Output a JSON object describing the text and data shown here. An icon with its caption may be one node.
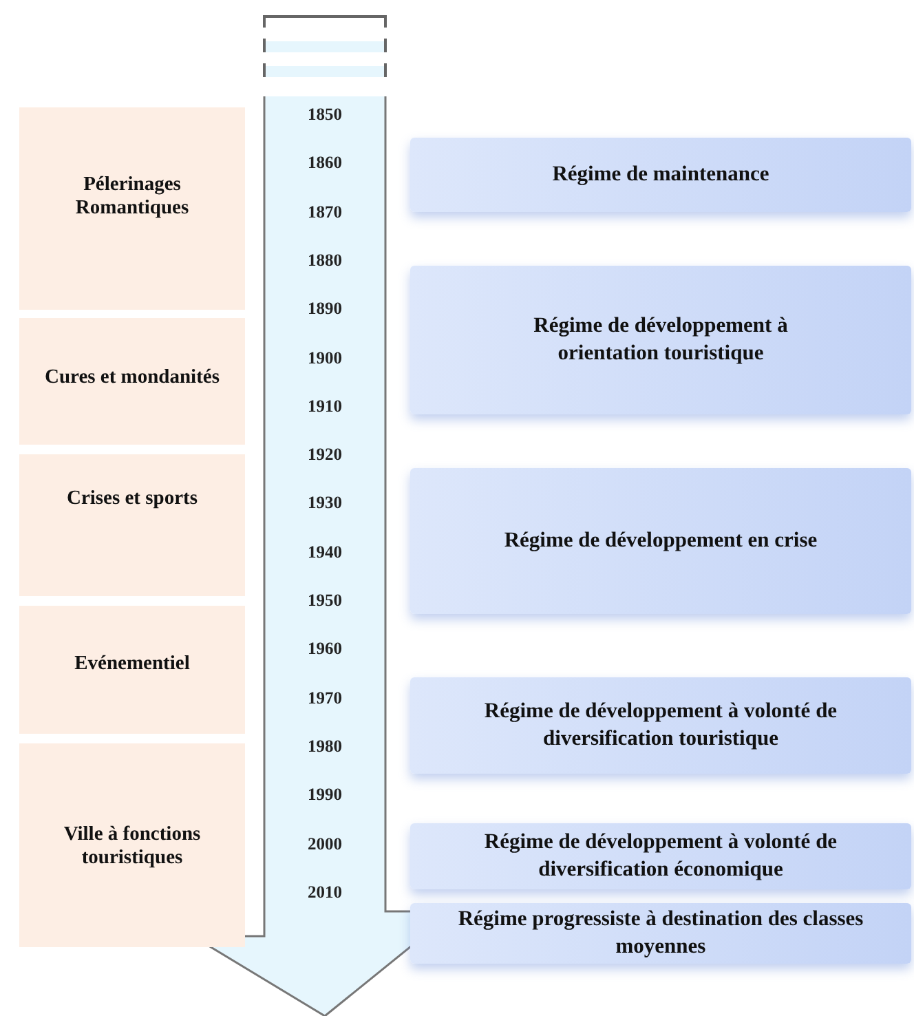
{
  "diagram": {
    "nodes": [
      {
        "text": [
          "Pélerinages Romantiques"
        ]
      },
      {
        "text": [
          "Cures et mondanités"
        ]
      },
      {
        "text": [
          "Crises et sports"
        ]
      },
      {
        "text": [
          "Evénementiel"
        ]
      },
      {
        "text": [
          "Ville à fonctions touristiques"
        ]
      },
      {
        "text": [
          "Régime de maintenance"
        ]
      },
      {
        "text": [
          "Régime de développement à orientation touristique"
        ]
      },
      {
        "text": [
          "Régime de développement en crise"
        ]
      },
      {
        "text": [
          "Régime de développement à volonté de diversification touristique"
        ]
      },
      {
        "text": [
          "Régime de développement à volonté de diversification économique"
        ]
      },
      {
        "text": [
          "Régime progressiste à destination des classes moyennes"
        ]
      }
    ],
    "labels": [
      "1850",
      "1860",
      "1870",
      "1880",
      "1890",
      "1900",
      "1910",
      "1920",
      "1930",
      "1940",
      "1950",
      "1960",
      "1970",
      "1980",
      "1990",
      "2000",
      "2010"
    ]
  }
}
